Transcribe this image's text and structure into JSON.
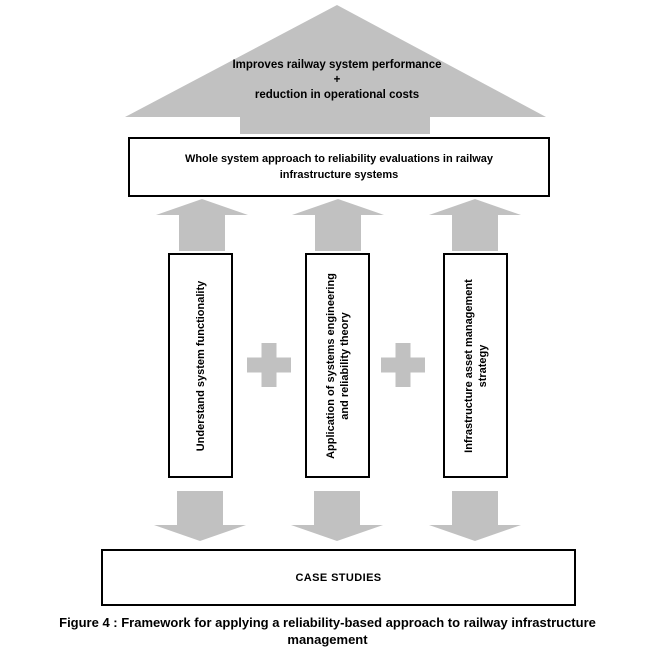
{
  "colors": {
    "shape_gray": "#c1c1c1",
    "border_black": "#000000",
    "background": "#ffffff",
    "text": "#000000"
  },
  "top_arrow": {
    "lines": [
      "Improves railway system performance",
      "+",
      "reduction in operational costs"
    ]
  },
  "whole_system_box": {
    "lines": [
      "Whole system approach to reliability evaluations in railway",
      "infrastructure systems"
    ]
  },
  "pillars": [
    {
      "lines": [
        "Understand system functionality",
        ""
      ]
    },
    {
      "lines": [
        "Application of systems engineering",
        "and reliability theory"
      ]
    },
    {
      "lines": [
        "Infrastructure asset management",
        "strategy"
      ]
    }
  ],
  "case_studies_box": {
    "label": "CASE STUDIES"
  },
  "caption": {
    "lines": [
      "Figure 4 : Framework for applying a reliability-based approach to railway infrastructure",
      "management"
    ]
  }
}
